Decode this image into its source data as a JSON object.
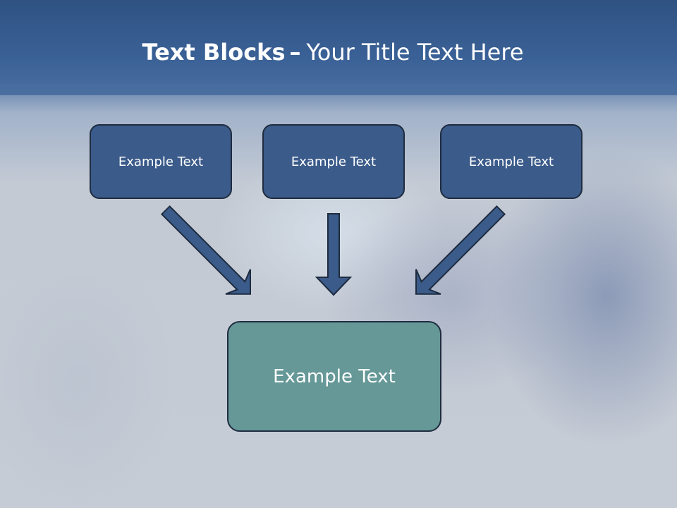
{
  "slide": {
    "title_bold": "Text Blocks",
    "title_dash": "–",
    "title_rest": "Your Title Text Here"
  },
  "diagram": {
    "top_boxes": [
      {
        "label": "Example Text"
      },
      {
        "label": "Example Text"
      },
      {
        "label": "Example Text"
      }
    ],
    "bottom_box": {
      "label": "Example Text"
    },
    "colors": {
      "header": "#3a6196",
      "top_box_fill": "#3b5b8a",
      "bottom_box_fill": "#659897",
      "arrow_fill": "#3b5b8a",
      "outline": "#1f2c40"
    }
  }
}
